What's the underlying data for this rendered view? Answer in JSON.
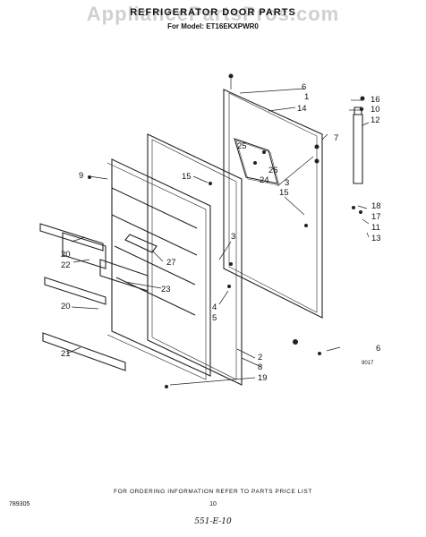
{
  "watermark": "AppliancePartsPros.com",
  "title": "REFRIGERATOR DOOR PARTS",
  "subtitle": "For Model: ET16EKXPWR0",
  "footer_note": "FOR ORDERING INFORMATION REFER TO PARTS PRICE LIST",
  "left_code": "789305",
  "page_number": "10",
  "handwritten": "551-E-10",
  "diagram_code": "9017",
  "callouts": [
    "6",
    "1",
    "14",
    "16",
    "10",
    "12",
    "7",
    "25",
    "26",
    "24",
    "3",
    "15",
    "18",
    "17",
    "11",
    "13",
    "9",
    "15",
    "20",
    "22",
    "27",
    "3",
    "23",
    "4",
    "5",
    "20",
    "21",
    "2",
    "8",
    "19",
    "6"
  ]
}
